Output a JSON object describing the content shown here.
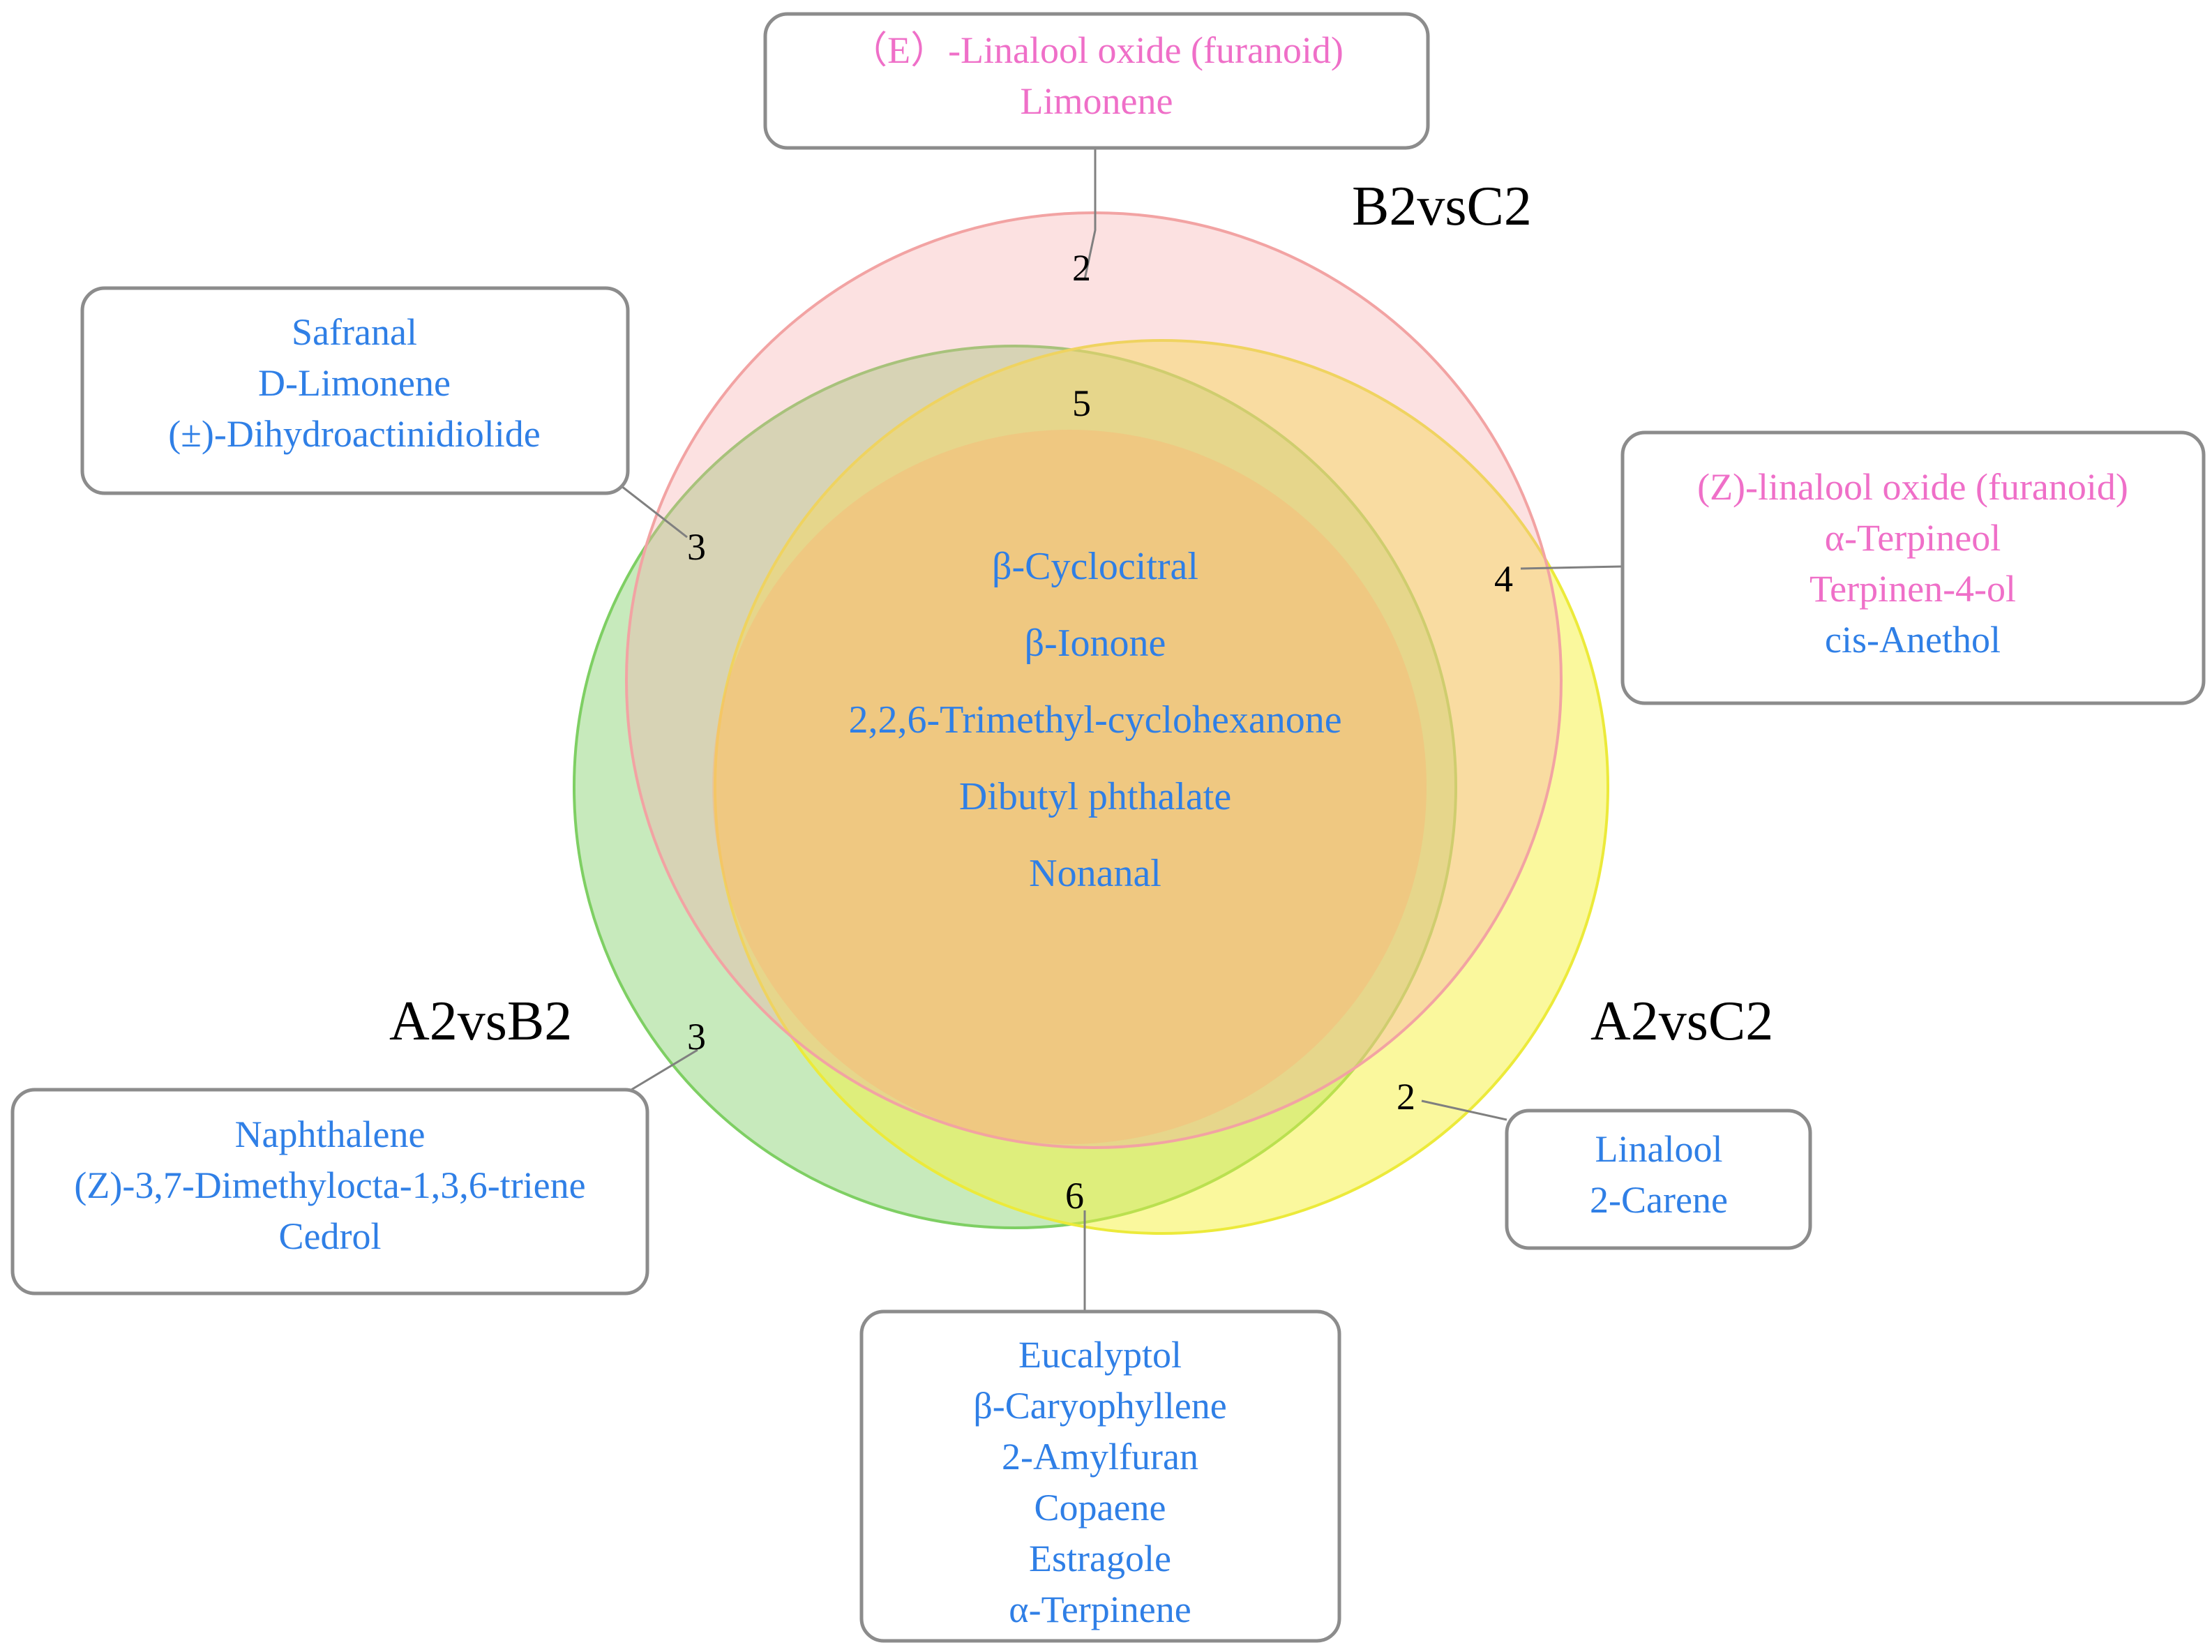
{
  "colors": {
    "blue": "#2f7fe6",
    "pink": "#ef6fc8",
    "circle_b2c2_fill": "#f7a9a9",
    "circle_a2b2_fill": "#8fd67a",
    "circle_a2c2_fill": "#f5f23c"
  },
  "sets": {
    "b2c2": "B2vsC2",
    "a2b2": "A2vsB2",
    "a2c2": "A2vsC2"
  },
  "counts": {
    "b2c2_only": "2",
    "b2c2_a2b2": "5",
    "a2b2_b2c2_left": "3",
    "b2c2_a2c2": "4",
    "a2b2_only": "3",
    "a2c2_only": "2",
    "a2b2_a2c2": "6"
  },
  "center_names": [
    "β-Cyclocitral",
    "β-Ionone",
    "2,2,6-Trimethyl-cyclohexanone",
    "Dibutyl phthalate",
    "Nonanal"
  ],
  "boxes": {
    "top": [
      {
        "text": "（E）-Linalool oxide (furanoid)",
        "color": "pink"
      },
      {
        "text": "Limonene",
        "color": "pink"
      }
    ],
    "upper_left": [
      {
        "text": "Safranal",
        "color": "blue"
      },
      {
        "text": "D-Limonene",
        "color": "blue"
      },
      {
        "text": "(±)-Dihydroactinidiolide",
        "color": "blue"
      }
    ],
    "right": [
      {
        "text": "(Z)-linalool oxide (furanoid)",
        "color": "pink"
      },
      {
        "text": "α-Terpineol",
        "color": "pink"
      },
      {
        "text": "Terpinen-4-ol",
        "color": "pink"
      },
      {
        "text": "cis-Anethol",
        "color": "blue"
      }
    ],
    "lower_left": [
      {
        "text": "Naphthalene",
        "color": "blue"
      },
      {
        "text": "(Z)-3,7-Dimethylocta-1,3,6-triene",
        "color": "blue"
      },
      {
        "text": "Cedrol",
        "color": "blue"
      }
    ],
    "lower_right": [
      {
        "text": "Linalool",
        "color": "blue"
      },
      {
        "text": "2-Carene",
        "color": "blue"
      }
    ],
    "bottom": [
      {
        "text": "Eucalyptol",
        "color": "blue"
      },
      {
        "text": "β-Caryophyllene",
        "color": "blue"
      },
      {
        "text": "2-Amylfuran",
        "color": "blue"
      },
      {
        "text": "Copaene",
        "color": "blue"
      },
      {
        "text": "Estragole",
        "color": "blue"
      },
      {
        "text": "α-Terpinene",
        "color": "blue"
      }
    ]
  }
}
